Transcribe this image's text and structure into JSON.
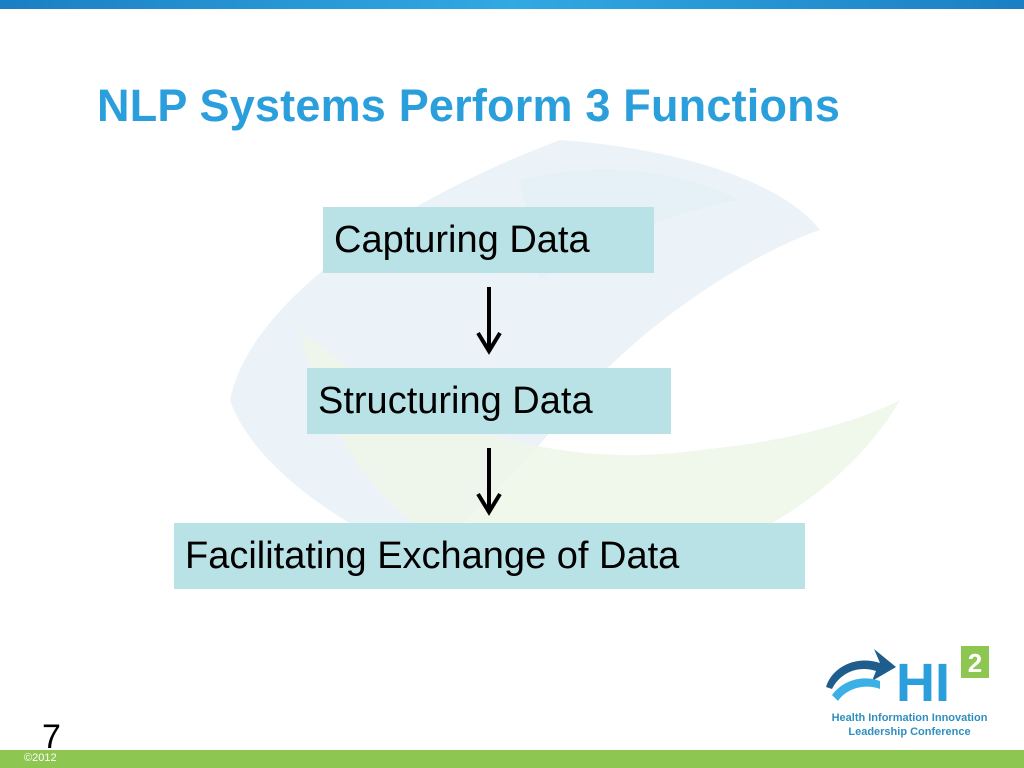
{
  "slide": {
    "title": "NLP Systems Perform 3 Functions",
    "steps": [
      "Capturing Data",
      "Structuring Data",
      "Facilitating Exchange of Data"
    ],
    "page_number": "7",
    "copyright": "©2012"
  },
  "logo": {
    "mark": "HI",
    "superscript": "2",
    "line1": "Health Information Innovation",
    "line2": "Leadership Conference"
  },
  "colors": {
    "title": "#2b9fdc",
    "box_fill": "#b9e2e6",
    "top_bar": "#1a7fc4",
    "bottom_bar": "#8dc651"
  }
}
